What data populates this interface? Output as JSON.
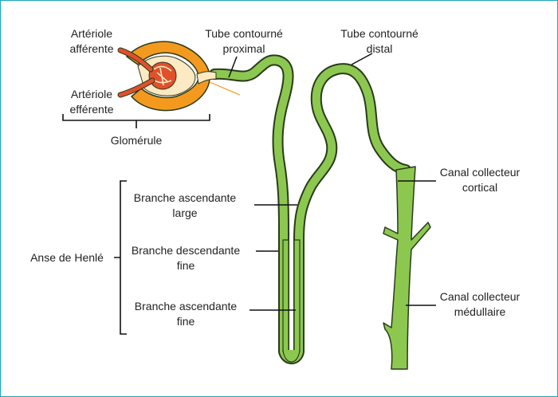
{
  "labels": {
    "arteriole_afferente": [
      "Artériole",
      "afférente"
    ],
    "arteriole_efferente": [
      "Artériole",
      "efférente"
    ],
    "glomerule": "Glomérule",
    "tube_proximal": [
      "Tube contourné",
      "proximal"
    ],
    "tube_distal": [
      "Tube contourné",
      "distal"
    ],
    "canal_cortical": [
      "Canal collecteur",
      "cortical"
    ],
    "canal_medullaire": [
      "Canal collecteur",
      "médullaire"
    ],
    "branche_ascendante_large": [
      "Branche ascendante",
      "large"
    ],
    "branche_descendante_fine": [
      "Branche descendante",
      "fine"
    ],
    "branche_ascendante_fine": [
      "Branche ascendante",
      "fine"
    ],
    "anse_henle": "Anse de Henlé"
  },
  "colors": {
    "tubule": "#8cc850",
    "outline": "#2a3a1a",
    "capsule": "#f39a1e",
    "capsule_light": "#fde9c4",
    "vessel": "#e0502a",
    "leader": "#111111",
    "border": "#1aa3b8"
  }
}
